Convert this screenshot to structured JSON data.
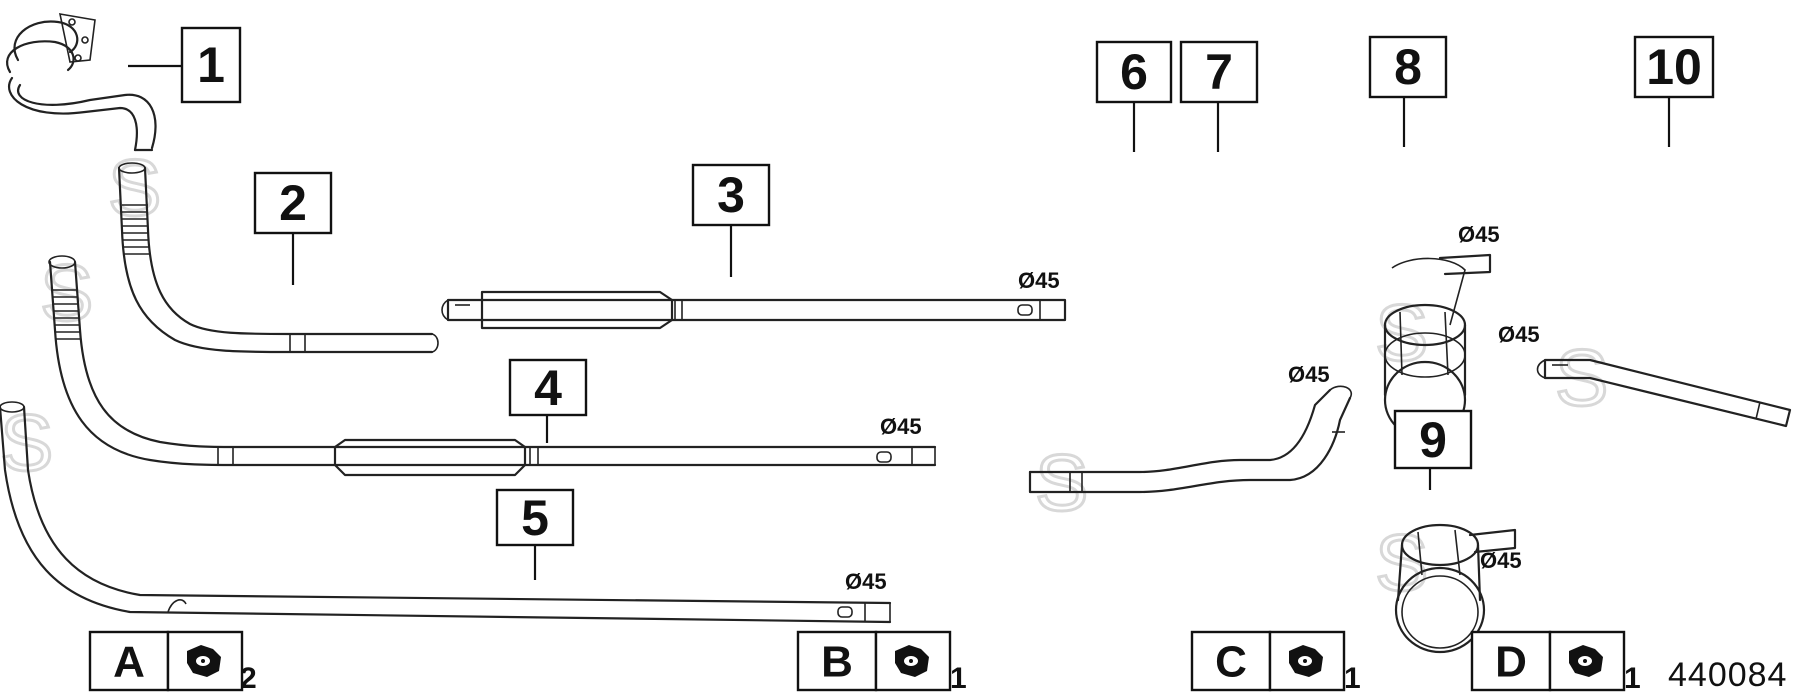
{
  "diagram": {
    "reference_number": "440084",
    "diameter_label": "Ø45",
    "callouts": [
      "1",
      "2",
      "3",
      "4",
      "5",
      "6",
      "7",
      "8",
      "9",
      "10"
    ],
    "diameter_labels": [
      "Ø45",
      "Ø45",
      "Ø45",
      "Ø45",
      "Ø45",
      "Ø45",
      "Ø45"
    ],
    "mounting_groups": [
      {
        "letter": "A",
        "quantity": "2",
        "icon": "rubber-mount-icon"
      },
      {
        "letter": "B",
        "quantity": "1",
        "icon": "rubber-mount-icon"
      },
      {
        "letter": "C",
        "quantity": "1",
        "icon": "rubber-mount-icon"
      },
      {
        "letter": "D",
        "quantity": "1",
        "icon": "rubber-mount-icon"
      }
    ],
    "watermark_glyph": "S",
    "colors": {
      "line": "#222222",
      "watermark": "#d8d8d8",
      "background": "#ffffff"
    }
  }
}
